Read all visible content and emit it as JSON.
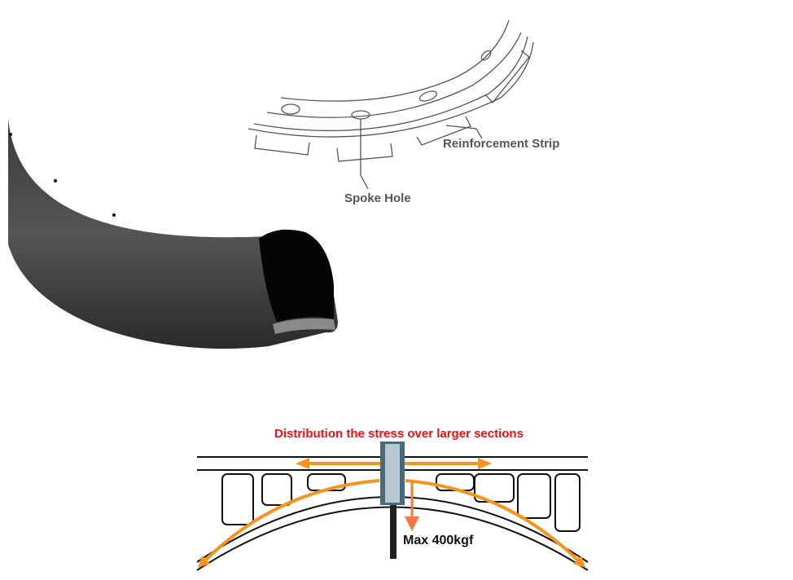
{
  "sketch": {
    "reinforcement_label": "Reinforcement Strip",
    "spoke_hole_label": "Spoke Hole"
  },
  "stress_diagram": {
    "title": "Distribution the stress over larger sections",
    "load_label": "Max 400kgf",
    "title_color": "#ee1111",
    "arrow_color": "#f7941d",
    "load_arrow_color": "#f47a3c"
  }
}
